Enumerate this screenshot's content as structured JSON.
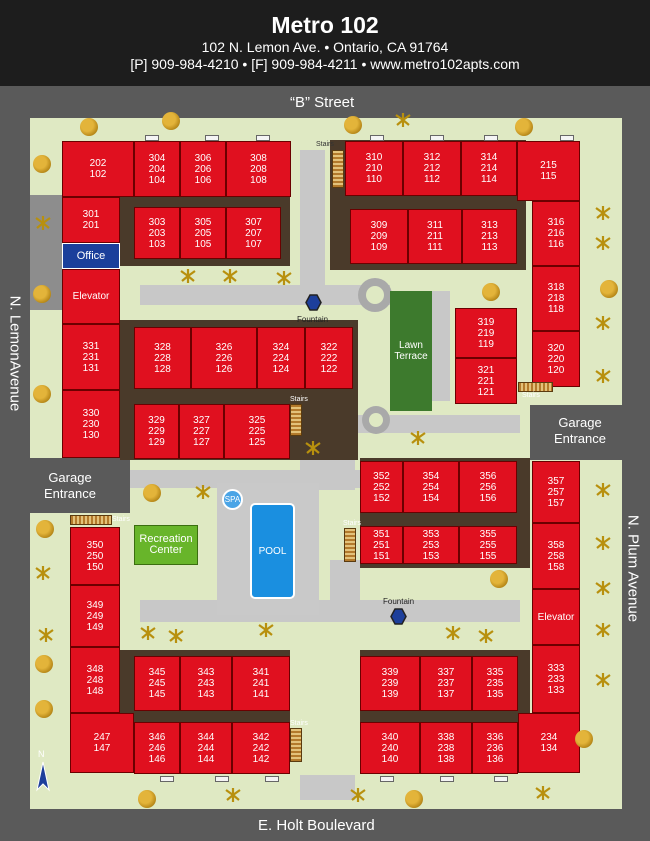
{
  "header": {
    "title": "Metro 102",
    "address": "102 N. Lemon Ave. • Ontario, CA 91764",
    "contact": "[P] 909-984-4210 • [F] 909-984-4211 • www.metro102apts.com"
  },
  "streets": {
    "north": "“B” Street",
    "south": "E. Holt Boulevard",
    "west": "N. LemonAvenue",
    "east": "N. Plum Avenue"
  },
  "amenities": {
    "office": "Office",
    "elevator_west": "Elevator",
    "elevator_east": "Elevator",
    "recreation": "Recreation Center",
    "pool": "POOL",
    "spa": "SPA",
    "lawn": "Lawn Terrace",
    "fountain_north": "Fountain",
    "fountain_south": "Fountain",
    "stairs": "Stairs"
  },
  "entrances": {
    "west": "Garage Entrance",
    "east": "Garage Entrance"
  },
  "compass": "N",
  "units": [
    {
      "label": "202\n102"
    },
    {
      "label": "304\n204\n104"
    },
    {
      "label": "306\n206\n106"
    },
    {
      "label": "308\n208\n108"
    },
    {
      "label": "301\n201"
    },
    {
      "label": "303\n203\n103"
    },
    {
      "label": "305\n205\n105"
    },
    {
      "label": "307\n207\n107"
    },
    {
      "label": "310\n210\n110"
    },
    {
      "label": "312\n212\n112"
    },
    {
      "label": "314\n214\n114"
    },
    {
      "label": "215\n115"
    },
    {
      "label": "309\n209\n109"
    },
    {
      "label": "311\n211\n111"
    },
    {
      "label": "313\n213\n113"
    },
    {
      "label": "316\n216\n116"
    },
    {
      "label": "318\n218\n118"
    },
    {
      "label": "319\n219\n119"
    },
    {
      "label": "320\n220\n120"
    },
    {
      "label": "321\n221\n121"
    },
    {
      "label": "331\n231\n131"
    },
    {
      "label": "328\n228\n128"
    },
    {
      "label": "326\n226\n126"
    },
    {
      "label": "324\n224\n124"
    },
    {
      "label": "322\n222\n122"
    },
    {
      "label": "330\n230\n130"
    },
    {
      "label": "329\n229\n129"
    },
    {
      "label": "327\n227\n127"
    },
    {
      "label": "325\n225\n125"
    },
    {
      "label": "352\n252\n152"
    },
    {
      "label": "354\n254\n154"
    },
    {
      "label": "356\n256\n156"
    },
    {
      "label": "357\n257\n157"
    },
    {
      "label": "351\n251\n151"
    },
    {
      "label": "353\n253\n153"
    },
    {
      "label": "355\n255\n155"
    },
    {
      "label": "358\n258\n158"
    },
    {
      "label": "350\n250\n150"
    },
    {
      "label": "349\n249\n149"
    },
    {
      "label": "348\n248\n148"
    },
    {
      "label": "345\n245\n145"
    },
    {
      "label": "343\n243\n143"
    },
    {
      "label": "341\n241\n141"
    },
    {
      "label": "339\n239\n139"
    },
    {
      "label": "337\n237\n137"
    },
    {
      "label": "335\n235\n135"
    },
    {
      "label": "333\n233\n133"
    },
    {
      "label": "247\n147"
    },
    {
      "label": "346\n246\n146"
    },
    {
      "label": "344\n244\n144"
    },
    {
      "label": "342\n242\n142"
    },
    {
      "label": "340\n240\n140"
    },
    {
      "label": "338\n238\n138"
    },
    {
      "label": "336\n236\n136"
    },
    {
      "label": "234\n134"
    }
  ]
}
